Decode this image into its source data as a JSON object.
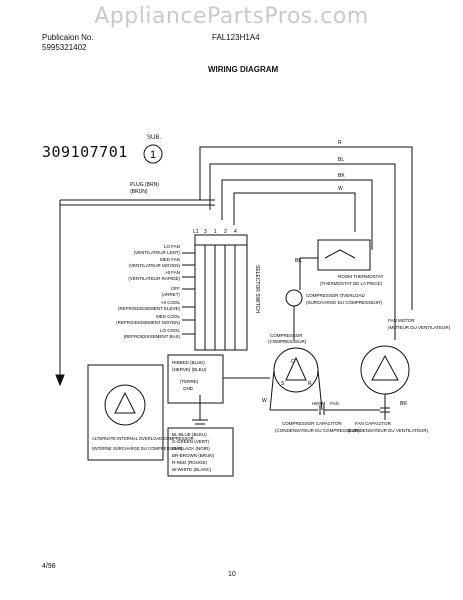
{
  "watermark": "AppliancePartsPros.com",
  "header": {
    "publication_label": "Publicaion No.",
    "publication_number": "5995321402",
    "model": "FAL123H1A4",
    "title": "WIRING DIAGRAM"
  },
  "diagram": {
    "part_number": "309107701",
    "sub_label": "SUB.",
    "sub_number": "1",
    "plug_label": "PLUG (BRN)",
    "plug_label_fr": "(BRUN)",
    "wire_labels": [
      "R",
      "BL",
      "BK",
      "W"
    ],
    "terminal_numbers": [
      "L1",
      "3",
      "1",
      "2",
      "4"
    ],
    "switch_label": "SELECTOR SWITCH",
    "switch_rows": [
      "LO FAN",
      "(VENTILATEUR LENT)",
      "MED FAN",
      "(VENTILATEUR MOYEN)",
      "HI FAN",
      "(VENTILATEUR RAPIDE)",
      "OFF",
      "(ARRET)",
      "HI COOL",
      "(REFROIDISSEMENT ELEVE)",
      "MED COOL",
      "(REFROIDISSEMENT MOYEN)",
      "LO COOL",
      "(REFROIDISSEMENT BAS)"
    ],
    "thermostat_label": "ROOM THERMOSTAT",
    "thermostat_label_fr": "(THERMOSTAT DE LA PIECE)",
    "overload_label": "COMPRESSOR OVERLOAD",
    "overload_label_fr": "(SURCHARGE DU COMPRESSEUR)",
    "compressor_label": "COMPRESSOR",
    "compressor_label_fr": "(COMPRESSEUR)",
    "fan_motor_label": "FAN MOTOR",
    "fan_motor_label_fr": "(MOTEUR DU VENTILATEUR)",
    "ribbed_label": "RIBBED (BLUE)",
    "ribbed_label_fr": "(NERVE) (BLEU)",
    "ground_label": "(TERRE)",
    "ground_abbr": "GND",
    "alternate_label": "ALTERNATE INTERNAL OVERLOAD COMPRESSOR",
    "alternate_label_fr": "(INTERNE SURCHARGE DU COMPRESSEUR)",
    "color_key": [
      "BL-BLUE (BLEU)",
      "G-GREEN (VERT)",
      "BK-BLACK (NOIR)",
      "BR-BROWN (BRUN)",
      "R-RED (ROUGE)",
      "W-WHITE (BLANC)"
    ],
    "compressor_capacitor": "COMPRESSOR CAPACITOR",
    "compressor_capacitor_fr": "(CONDENSATEUR DU COMPRESSEUR)",
    "fan_capacitor": "FAN CAPACITOR",
    "fan_capacitor_fr": "(CONDENSATEUR DU VENTILATEUR)",
    "terminal_c": "C",
    "terminal_r": "R",
    "terminal_s": "S",
    "terminal_herm": "HERM",
    "terminal_fan": "FAN",
    "wire_bk": "BK",
    "wire_br": "BR",
    "wire_w": "W"
  },
  "footer": {
    "date": "4/98",
    "page": "10"
  }
}
